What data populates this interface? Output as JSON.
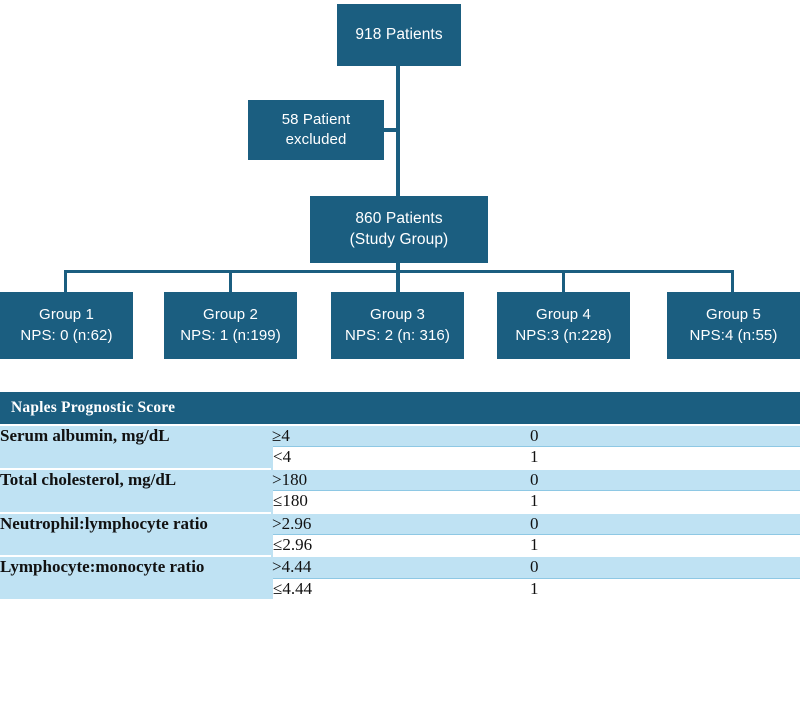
{
  "flowchart": {
    "total": {
      "line1": "918 Patients"
    },
    "excluded": {
      "line1": "58 Patient",
      "line2": "excluded"
    },
    "study": {
      "line1": "860 Patients",
      "line2": "(Study Group)"
    },
    "groups": [
      {
        "name": "Group 1",
        "detail": "NPS: 0 (n:62)"
      },
      {
        "name": "Group 2",
        "detail": "NPS: 1 (n:199)"
      },
      {
        "name": "Group 3",
        "detail": "NPS: 2 (n: 316)"
      },
      {
        "name": "Group 4",
        "detail": "NPS:3 (n:228)"
      },
      {
        "name": "Group 5",
        "detail": "NPS:4   (n:55)"
      }
    ]
  },
  "table": {
    "title": "Naples Prognostic Score",
    "criteria": [
      {
        "name": "Serum albumin, mg/dL",
        "rows": [
          {
            "cutoff": "≥4",
            "score": "0"
          },
          {
            "cutoff": "<4",
            "score": "1"
          }
        ]
      },
      {
        "name": "Total cholesterol, mg/dL",
        "rows": [
          {
            "cutoff": ">180",
            "score": "0"
          },
          {
            "cutoff": "≤180",
            "score": "1"
          }
        ]
      },
      {
        "name": "Neutrophil:lymphocyte ratio",
        "rows": [
          {
            "cutoff": ">2.96",
            "score": "0"
          },
          {
            "cutoff": "≤2.96",
            "score": "1"
          }
        ]
      },
      {
        "name": "Lymphocyte:monocyte ratio",
        "rows": [
          {
            "cutoff": ">4.44",
            "score": "0"
          },
          {
            "cutoff": "≤4.44",
            "score": "1"
          }
        ]
      }
    ]
  },
  "colors": {
    "node_fill": "#1b5e80",
    "node_text": "#ffffff",
    "table_header": "#1b5e80",
    "row_light": "#bfe2f3",
    "row_white": "#ffffff",
    "rule": "#8ec8e4"
  }
}
